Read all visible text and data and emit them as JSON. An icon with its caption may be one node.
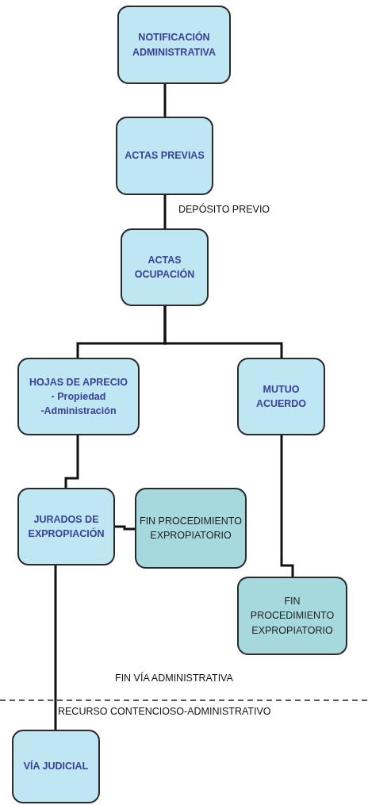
{
  "diagram": {
    "nodes": [
      {
        "text": [
          "NOTIFICACIÓN ADMINISTRATIVA"
        ]
      },
      {
        "text": [
          "ACTAS PREVIAS"
        ]
      },
      {
        "text": [
          "ACTAS OCUPACIÓN"
        ]
      },
      {
        "text": [
          "HOJAS DE APRECIO",
          "- Propiedad",
          "-Administración"
        ]
      },
      {
        "text": [
          "MUTUO ACUERDO"
        ]
      },
      {
        "text": [
          "JURADOS DE EXPROPIACIÓN"
        ]
      },
      {
        "text": [
          "FIN PROCEDIMIENTO EXPROPIATORIO"
        ]
      },
      {
        "text": [
          "FIN PROCEDIMIENTO EXPROPIATORIO"
        ]
      },
      {
        "text": [
          "VÍA JUDICIAL"
        ]
      }
    ],
    "edges": [
      {
        "from": 0,
        "to": 1,
        "arrow": "none"
      },
      {
        "from": 1,
        "to": 2,
        "arrow": "none"
      },
      {
        "from": 2,
        "to": 3,
        "arrow": "none"
      },
      {
        "from": 2,
        "to": 4,
        "arrow": "none"
      },
      {
        "from": 3,
        "to": 5,
        "arrow": "none"
      },
      {
        "from": 5,
        "to": 6,
        "arrow": "none"
      },
      {
        "from": 4,
        "to": 7,
        "arrow": "none"
      },
      {
        "from": 5,
        "to": 8,
        "arrow": "none"
      }
    ],
    "labels": [
      "DEPÓSITO PREVIO",
      "FIN VÍA ADMINISTRATIVA",
      "RECURSO CONTENCIOSO-ADMINISTRATIVO"
    ]
  }
}
